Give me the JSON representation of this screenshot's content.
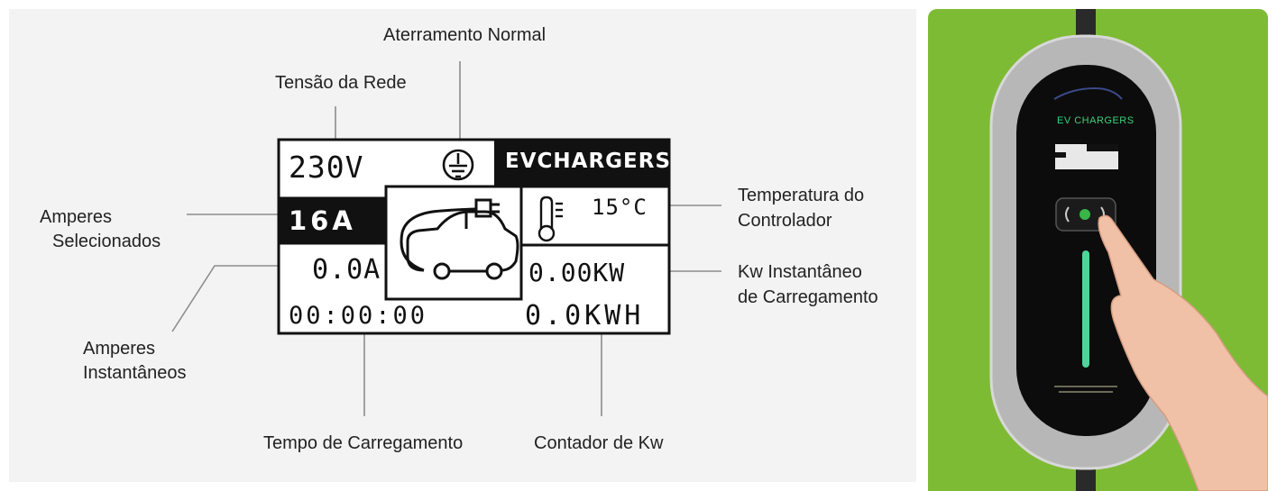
{
  "display": {
    "voltage": "230V",
    "brand": "EVCHARGERS",
    "selected_amps": "16A",
    "temperature": "15°C",
    "instant_amps": "0.0A",
    "instant_power": "0.00KW",
    "charge_time": "00:00:00",
    "energy_counter": "0.0KWH"
  },
  "annotations": {
    "grounding": "Aterramento Normal",
    "grid_voltage": "Tensão da Rede",
    "selected_amps_1": "Amperes",
    "selected_amps_2": "Selecionados",
    "instant_amps_1": "Amperes",
    "instant_amps_2": "Instantâneos",
    "controller_temp_1": "Temperatura do",
    "controller_temp_2": "Controlador",
    "instant_kw_1": "Kw Instantâneo",
    "instant_kw_2": "de Carregamento",
    "charge_time": "Tempo de Carregamento",
    "kw_counter": "Contador de Kw"
  },
  "device": {
    "logo_text": "EV CHARGERS"
  },
  "colors": {
    "background_panel": "#f3f3f3",
    "photo_background": "#7dbb34",
    "lcd_ink": "#111111",
    "leader_line": "#8c8c8c",
    "brand_green": "#3ad07a"
  },
  "icons": [
    "ground-icon",
    "thermometer-icon",
    "ev-plug-car-icon",
    "nfc-card-icon"
  ]
}
